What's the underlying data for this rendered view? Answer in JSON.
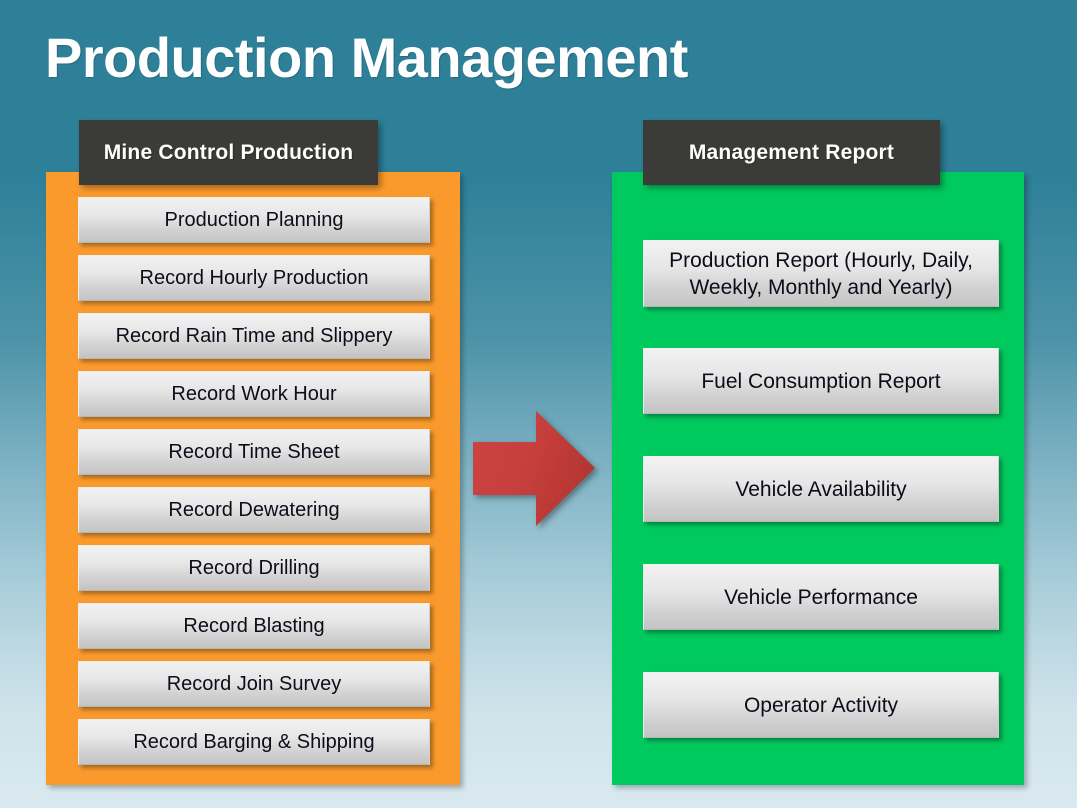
{
  "slide": {
    "title": "Production Management",
    "background_top_color": "#2e8099",
    "background_bottom_color": "#d9e9ef"
  },
  "left_panel": {
    "banner_label": "Mine Control Production",
    "panel_color": "#fb9a2c",
    "banner_color": "#3b3b38",
    "items": [
      {
        "label": "Production Planning"
      },
      {
        "label": "Record Hourly Production"
      },
      {
        "label": "Record Rain Time and Slippery"
      },
      {
        "label": "Record Work Hour"
      },
      {
        "label": "Record Time Sheet"
      },
      {
        "label": "Record Dewatering"
      },
      {
        "label": "Record Drilling"
      },
      {
        "label": "Record Blasting"
      },
      {
        "label": "Record Join Survey"
      },
      {
        "label": "Record Barging & Shipping"
      }
    ]
  },
  "right_panel": {
    "banner_label": "Management Report",
    "panel_color": "#00c95e",
    "banner_color": "#3b3b38",
    "items": [
      {
        "label": "Production Report (Hourly, Daily, Weekly, Monthly and Yearly)"
      },
      {
        "label": "Fuel Consumption  Report"
      },
      {
        "label": "Vehicle Availability"
      },
      {
        "label": "Vehicle Performance"
      },
      {
        "label": "Operator Activity"
      }
    ]
  },
  "connector": {
    "icon": "right-arrow-icon",
    "color": "#c8403c",
    "direction": "left-to-right"
  }
}
